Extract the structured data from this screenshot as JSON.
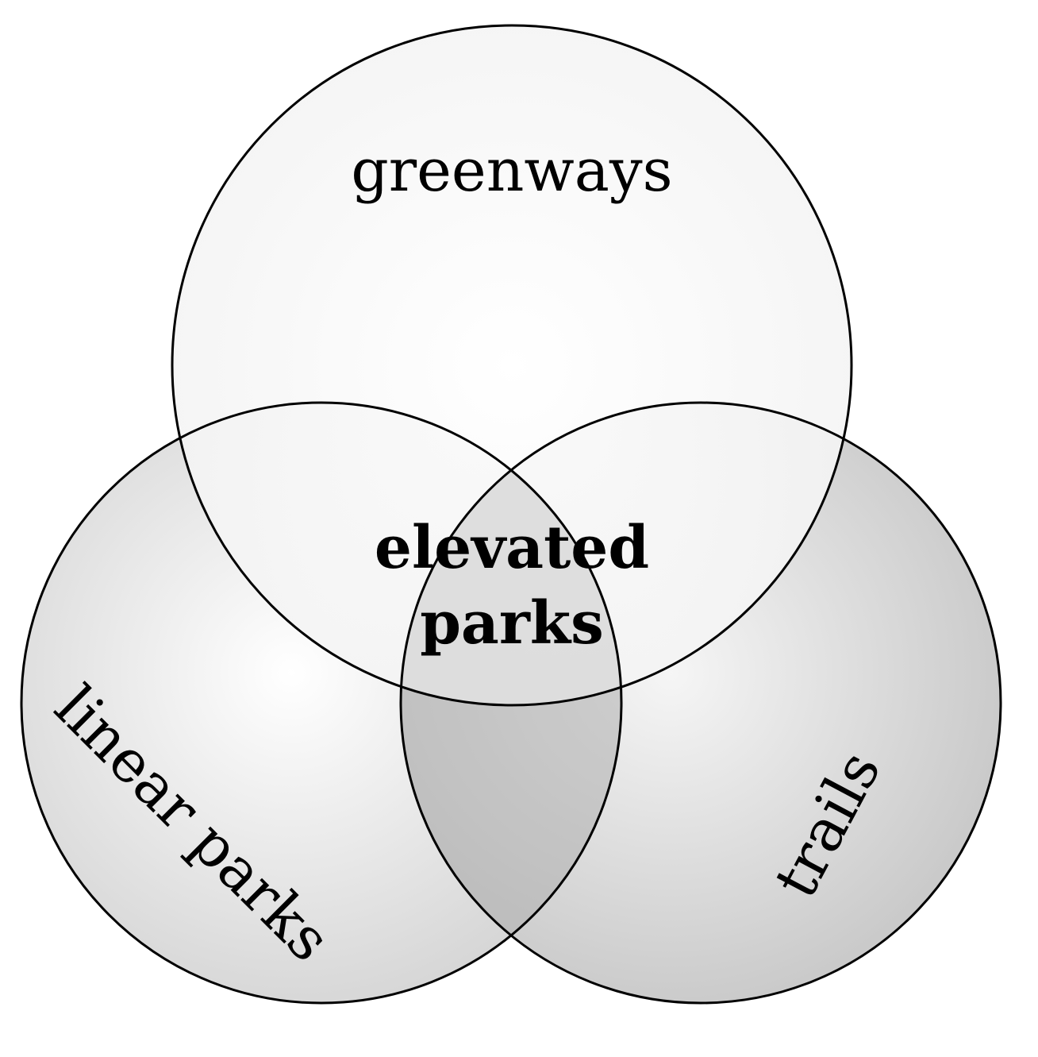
{
  "sets": [
    {
      "id": "greenways",
      "label": "greenways",
      "fill": "#ffffff"
    },
    {
      "id": "linear-parks",
      "label": "linear parks",
      "fill": "#f0f0f0"
    },
    {
      "id": "trails",
      "label": "trails",
      "fill": "#e6e6e6"
    }
  ],
  "center": {
    "line1": "elevated",
    "line2": "parks"
  },
  "colors": {
    "stroke": "#000000",
    "pairwise_bottom": "#c8c8c8"
  }
}
